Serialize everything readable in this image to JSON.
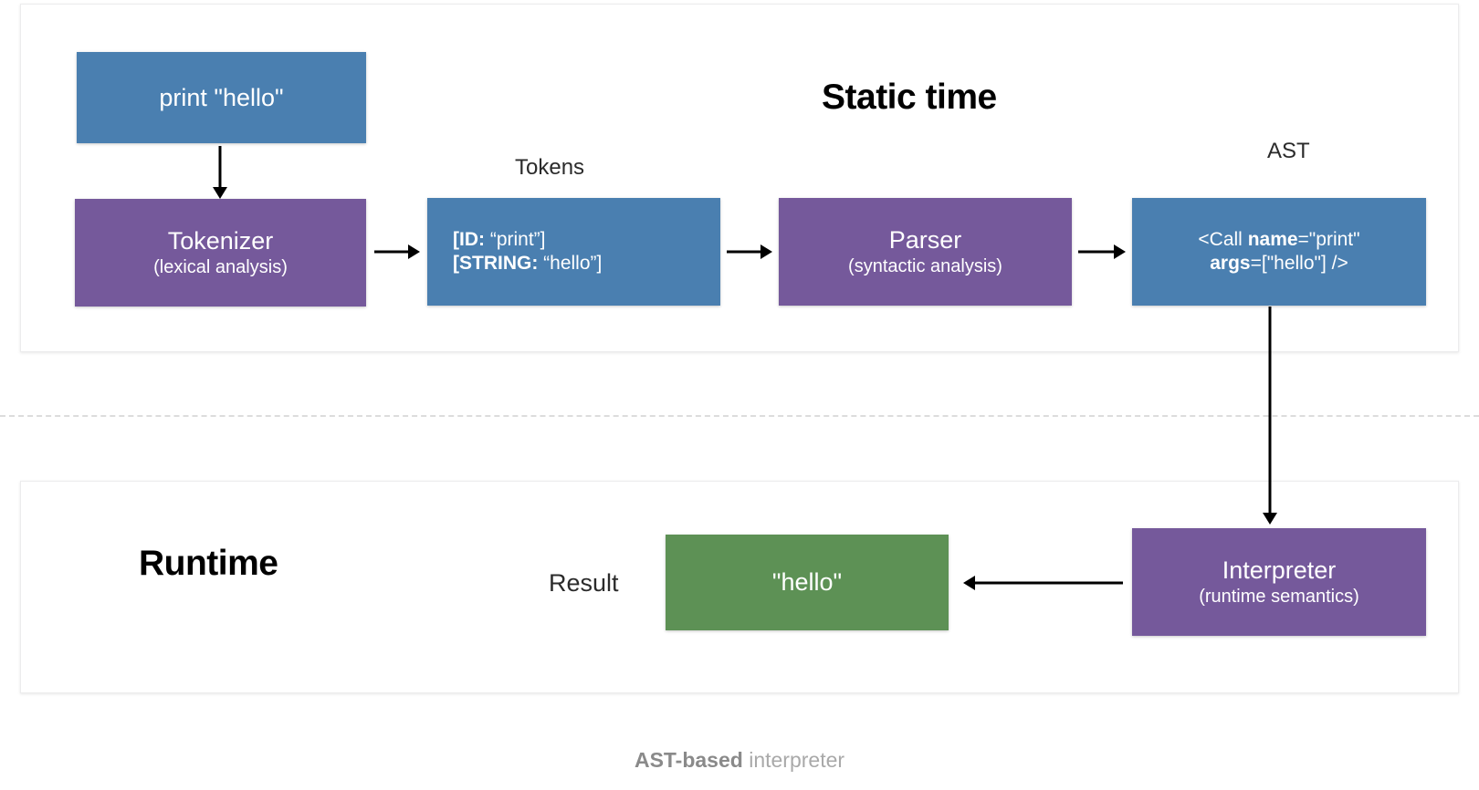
{
  "figure": {
    "caption_strong": "AST-based",
    "caption_rest": " interpreter"
  },
  "sections": {
    "static": {
      "heading": "Static time"
    },
    "runtime": {
      "heading": "Runtime"
    }
  },
  "labels": {
    "tokens": "Tokens",
    "ast": "AST",
    "result": "Result"
  },
  "boxes": {
    "source": {
      "text": "print \"hello\"",
      "color": "#4a7fb0"
    },
    "tokenizer": {
      "title": "Tokenizer",
      "subtitle": "(lexical analysis)",
      "color": "#75599b"
    },
    "tokens": {
      "line1_label": "[ID:",
      "line1_value": " “print”]",
      "line2_label": "[STRING:",
      "line2_value": " “hello”]",
      "color": "#4a7fb0"
    },
    "parser": {
      "title": "Parser",
      "subtitle": "(syntactic analysis)",
      "color": "#75599b"
    },
    "ast": {
      "line1_pre": "<Call ",
      "line1_bold": "name",
      "line1_post": "=\"print\"",
      "line2_bold": "args",
      "line2_post": "=[\"hello\"] />",
      "color": "#4a7fb0"
    },
    "result": {
      "text": "\"hello\"",
      "color": "#5d9155"
    },
    "interpreter": {
      "title": "Interpreter",
      "subtitle": "(runtime semantics)",
      "color": "#75599b"
    }
  },
  "arrows": {
    "source_to_tokenizer": "down-arrow",
    "tokenizer_to_tokens": "right-arrow",
    "tokens_to_parser": "right-arrow",
    "parser_to_ast": "right-arrow",
    "ast_to_interpreter": "down-arrow",
    "interpreter_to_result": "left-arrow"
  },
  "colors": {
    "blue": "#4a7fb0",
    "purple": "#75599b",
    "green": "#5d9155",
    "divider": "#dcdcdc",
    "caption": "#a9a9a9"
  }
}
